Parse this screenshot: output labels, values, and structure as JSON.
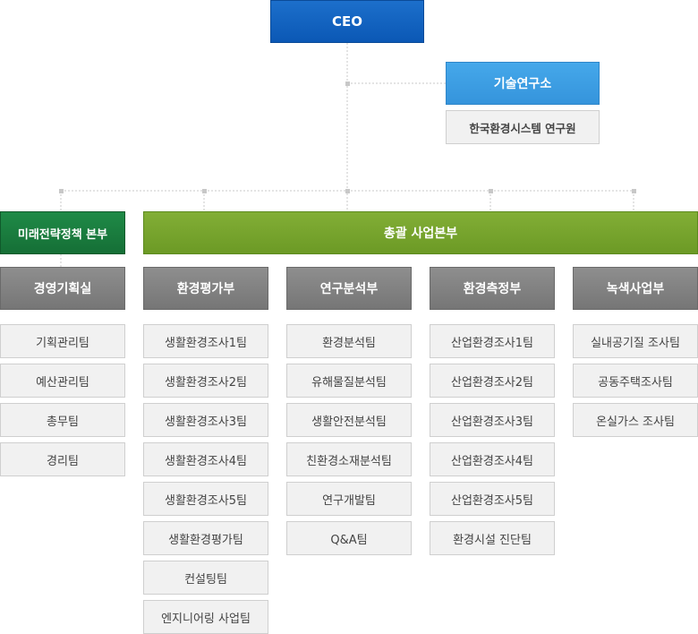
{
  "ceo": "CEO",
  "lab": "기술연구소",
  "institute": "한국환경시스템 연구원",
  "divisions": {
    "future": "미래전략정책 본부",
    "main": "총괄 사업본부"
  },
  "departments": [
    {
      "name": "경영기획실",
      "teams": [
        "기획관리팀",
        "예산관리팀",
        "총무팀",
        "경리팀"
      ]
    },
    {
      "name": "환경평가부",
      "teams": [
        "생활환경조사1팀",
        "생활환경조사2팀",
        "생활환경조사3팀",
        "생활환경조사4팀",
        "생활환경조사5팀",
        "생활환경평가팀",
        "컨설팅팀",
        "엔지니어링 사업팀"
      ]
    },
    {
      "name": "연구분석부",
      "teams": [
        "환경분석팀",
        "유해물질분석팀",
        "생활안전분석팀",
        "친환경소재분석팀",
        "연구개발팀",
        "Q&A팀"
      ]
    },
    {
      "name": "환경측정부",
      "teams": [
        "산업환경조사1팀",
        "산업환경조사2팀",
        "산업환경조사3팀",
        "산업환경조사4팀",
        "산업환경조사5팀",
        "환경시설 진단팀"
      ]
    },
    {
      "name": "녹색사업부",
      "teams": [
        "실내공기질 조사팀",
        "공동주택조사팀",
        "온실가스 조사팀"
      ]
    }
  ]
}
